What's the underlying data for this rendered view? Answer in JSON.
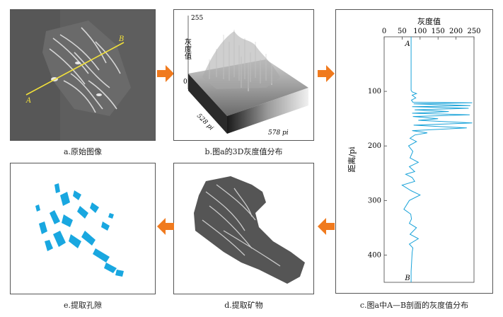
{
  "panels": {
    "a": {
      "caption": "a.原始图像",
      "point_a": "A",
      "point_b": "B"
    },
    "b": {
      "caption": "b.图a的3D灰度值分布",
      "z_label": "灰度值",
      "z_max": "255",
      "z_min": "0",
      "x_dim": "578 pi",
      "y_dim": "528 pi"
    },
    "c": {
      "caption": "c.图a中A—B剖面的灰度值分布",
      "x_title": "灰度值",
      "y_title": "距离/pi",
      "point_a": "A",
      "point_b": "B",
      "x_ticks": [
        "0",
        "50",
        "100",
        "150",
        "200",
        "250"
      ],
      "y_ticks": [
        "100",
        "200",
        "300",
        "400"
      ]
    },
    "d": {
      "caption": "d.提取矿物"
    },
    "e": {
      "caption": "e.提取孔隙"
    }
  },
  "colors": {
    "arrow": "#f07a1e",
    "profile_line": "#1aa3d9",
    "pore": "#19a7e0",
    "section_line": "#f2e13a"
  },
  "chart_data": {
    "type": "line",
    "title": "",
    "xlabel": "灰度值",
    "ylabel": "距离/pi",
    "xlim": [
      0,
      250
    ],
    "ylim": [
      0,
      450
    ],
    "y_inverted": true,
    "series": [
      {
        "x": [
          75,
          75,
          75,
          75,
          75,
          78,
          90,
          78,
          88,
          76,
          80,
          245,
          82,
          240,
          78,
          235,
          85,
          180,
          78,
          238,
          80,
          150,
          95,
          245,
          82,
          230,
          78,
          120,
          85,
          72,
          90,
          68,
          80,
          72,
          95,
          70,
          85,
          60,
          78,
          85,
          50,
          75,
          100,
          70,
          55,
          74,
          76,
          70,
          90,
          72,
          95,
          70,
          80,
          78,
          75,
          75
        ],
        "y": [
          0,
          30,
          60,
          90,
          98,
          101,
          104,
          107,
          112,
          116,
          120,
          121,
          123,
          126,
          128,
          131,
          134,
          137,
          140,
          143,
          146,
          150,
          153,
          158,
          162,
          167,
          172,
          176,
          180,
          186,
          192,
          200,
          210,
          222,
          230,
          238,
          247,
          252,
          258,
          265,
          272,
          282,
          290,
          300,
          316,
          325,
          334,
          342,
          350,
          362,
          370,
          380,
          387,
          395,
          430,
          450
        ]
      }
    ]
  }
}
